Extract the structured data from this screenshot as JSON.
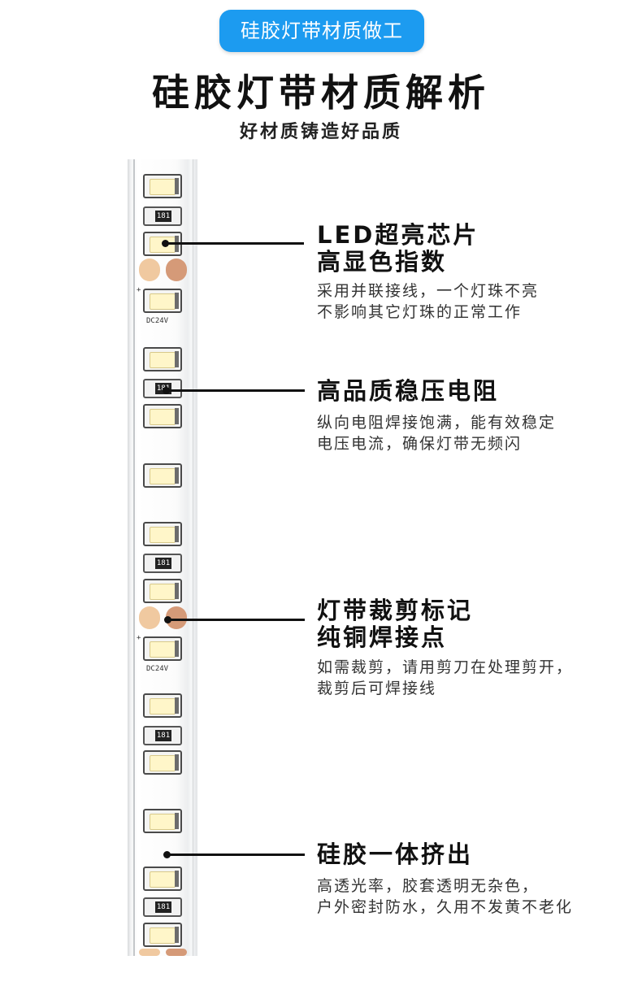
{
  "header": {
    "badge": "硅胶灯带材质做工",
    "title": "硅胶灯带材质解析",
    "subtitle": "好材质铸造好品质"
  },
  "strip": {
    "voltage_label": "DC24V",
    "resistor_code": "181",
    "plus_sign": "+"
  },
  "features": [
    {
      "title_line1": "LED超亮芯片",
      "title_line2": "高显色指数",
      "desc_line1": "采用并联接线，一个灯珠不亮",
      "desc_line2": "不影响其它灯珠的正常工作"
    },
    {
      "title_line1": "高品质稳压电阻",
      "title_line2": "",
      "desc_line1": "纵向电阻焊接饱满，能有效稳定",
      "desc_line2": "电压电流，确保灯带无频闪"
    },
    {
      "title_line1": "灯带裁剪标记",
      "title_line2": "纯铜焊接点",
      "desc_line1": "如需裁剪，请用剪刀在处理剪开，",
      "desc_line2": "裁剪后可焊接线"
    },
    {
      "title_line1": "硅胶一体挤出",
      "title_line2": "",
      "desc_line1": "高透光率，胶套透明无杂色，",
      "desc_line2": "户外密封防水，久用不发黄不老化"
    }
  ],
  "colors": {
    "badge": "#1c9bf0",
    "text": "#111111",
    "copper_light": "#f0c9a0",
    "copper_dark": "#d59a78"
  }
}
